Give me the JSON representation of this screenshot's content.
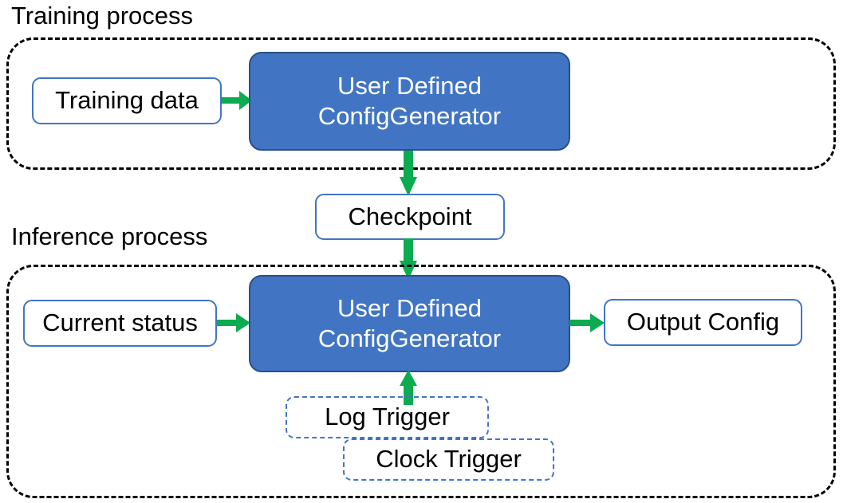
{
  "diagram": {
    "title_semantic": "training-and-inference-config-generator-flow",
    "accent_blue": "#4175c4",
    "accent_green": "#0cab50",
    "border_black": "#000000"
  },
  "sections": [
    {
      "id": "training",
      "label": "Training process"
    },
    {
      "id": "inference",
      "label": "Inference process"
    }
  ],
  "nodes": {
    "training_data": "Training data",
    "training_generator_line1": "User Defined",
    "training_generator_line2": "ConfigGenerator",
    "checkpoint": "Checkpoint",
    "current_status": "Current status",
    "inference_generator_line1": "User Defined",
    "inference_generator_line2": "ConfigGenerator",
    "output_config": "Output Config",
    "log_trigger": "Log Trigger",
    "clock_trigger": "Clock Trigger"
  },
  "edges": [
    {
      "id": "training-data-to-generator",
      "from": "Training data",
      "to": "User Defined ConfigGenerator",
      "direction": "right"
    },
    {
      "id": "generator-to-checkpoint",
      "from": "User Defined ConfigGenerator",
      "to": "Checkpoint",
      "direction": "down"
    },
    {
      "id": "checkpoint-to-inference-generator",
      "from": "Checkpoint",
      "to": "User Defined ConfigGenerator",
      "direction": "down"
    },
    {
      "id": "current-status-to-inference-generator",
      "from": "Current status",
      "to": "User Defined ConfigGenerator",
      "direction": "right"
    },
    {
      "id": "inference-generator-to-output-config",
      "from": "User Defined ConfigGenerator",
      "to": "Output Config",
      "direction": "right"
    },
    {
      "id": "triggers-to-inference-generator",
      "from": "Log Trigger / Clock Trigger",
      "to": "User Defined ConfigGenerator",
      "direction": "up"
    }
  ]
}
